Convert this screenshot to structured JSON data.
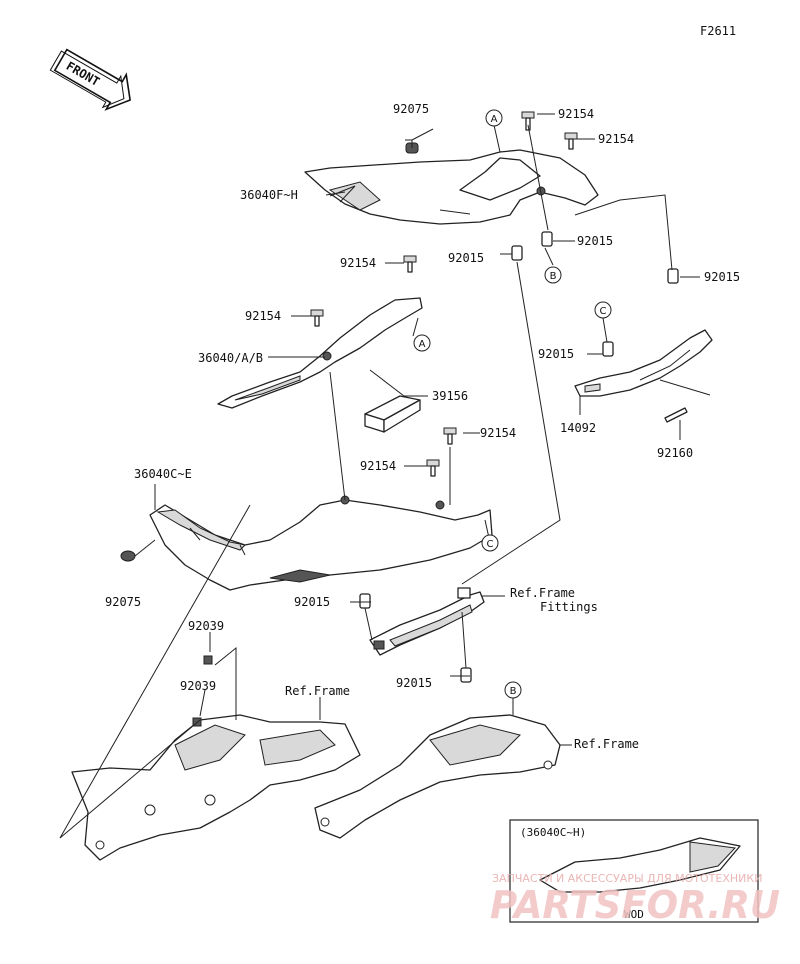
{
  "figure_code": "F2611",
  "front_label": "FRONT",
  "part_labels": {
    "p92075_top": "92075",
    "p36040FH": "36040F~H",
    "p92154_a": "92154",
    "p92154_b": "92154",
    "p92015_a": "92015",
    "p92015_b": "92015",
    "p92015_c": "92015",
    "p92154_c": "92154",
    "p92154_d": "92154",
    "p36040AB": "36040/A/B",
    "p39156": "39156",
    "p92015_d": "92015",
    "p14092": "14092",
    "p92160": "92160",
    "p92154_e": "92154",
    "p92154_f": "92154",
    "p36040CE": "36040C~E",
    "p92075_mid": "92075",
    "p92015_e": "92015",
    "p92039_a": "92039",
    "p92039_b": "92039",
    "p92015_f": "92015",
    "ref_fittings_1": "Ref.Frame",
    "ref_fittings_2": "Fittings",
    "ref_frame_left": "Ref.Frame",
    "ref_frame_right": "Ref.Frame"
  },
  "ref_markers": {
    "A": "A",
    "B": "B",
    "C": "C"
  },
  "inset": {
    "title": "(36040C~H)",
    "caption": "WOD"
  },
  "watermark": {
    "line1": "ЗАПЧАСТИ И АКСЕССУАРЫ ДЛЯ МОТОТЕХНИКИ",
    "line2": "PARTSFOR.RU"
  }
}
